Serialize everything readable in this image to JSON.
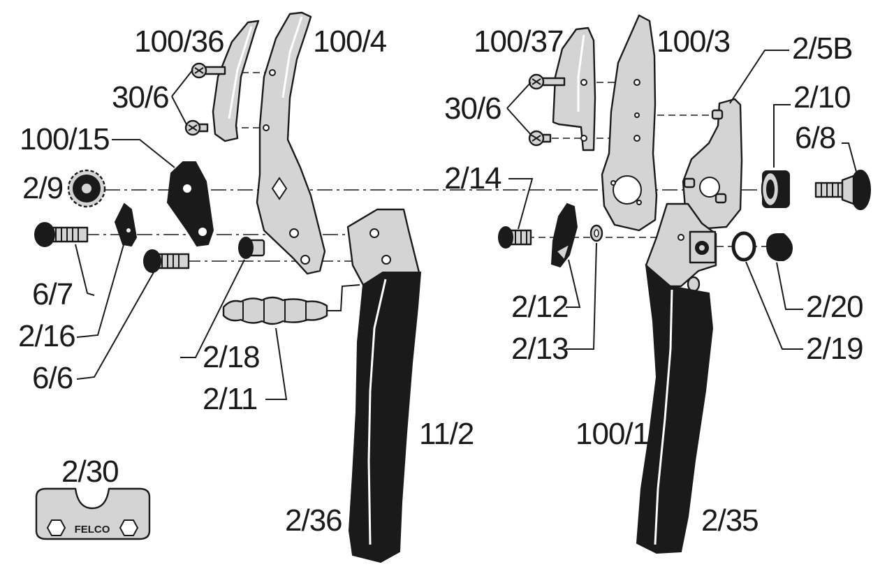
{
  "diagram": {
    "parts": {
      "p100_36": "100/36",
      "p100_4": "100/4",
      "p30_6_left": "30/6",
      "p100_15": "100/15",
      "p2_9": "2/9",
      "p6_7": "6/7",
      "p2_16": "2/16",
      "p6_6": "6/6",
      "p2_18": "2/18",
      "p2_11": "2/11",
      "p11_2": "11/2",
      "p2_36": "2/36",
      "p2_30": "2/30",
      "p100_37": "100/37",
      "p100_3": "100/3",
      "p2_5B": "2/5B",
      "p30_6_right": "30/6",
      "p2_10": "2/10",
      "p6_8": "6/8",
      "p2_14": "2/14",
      "p2_12": "2/12",
      "p2_13": "2/13",
      "p2_20": "2/20",
      "p2_19": "2/19",
      "p100_1": "100/1",
      "p2_35": "2/35"
    },
    "tool_logo": "FELCO"
  },
  "colors": {
    "ink": "#1a1a1a",
    "metal": "#d4d4d4",
    "background": "#ffffff"
  }
}
